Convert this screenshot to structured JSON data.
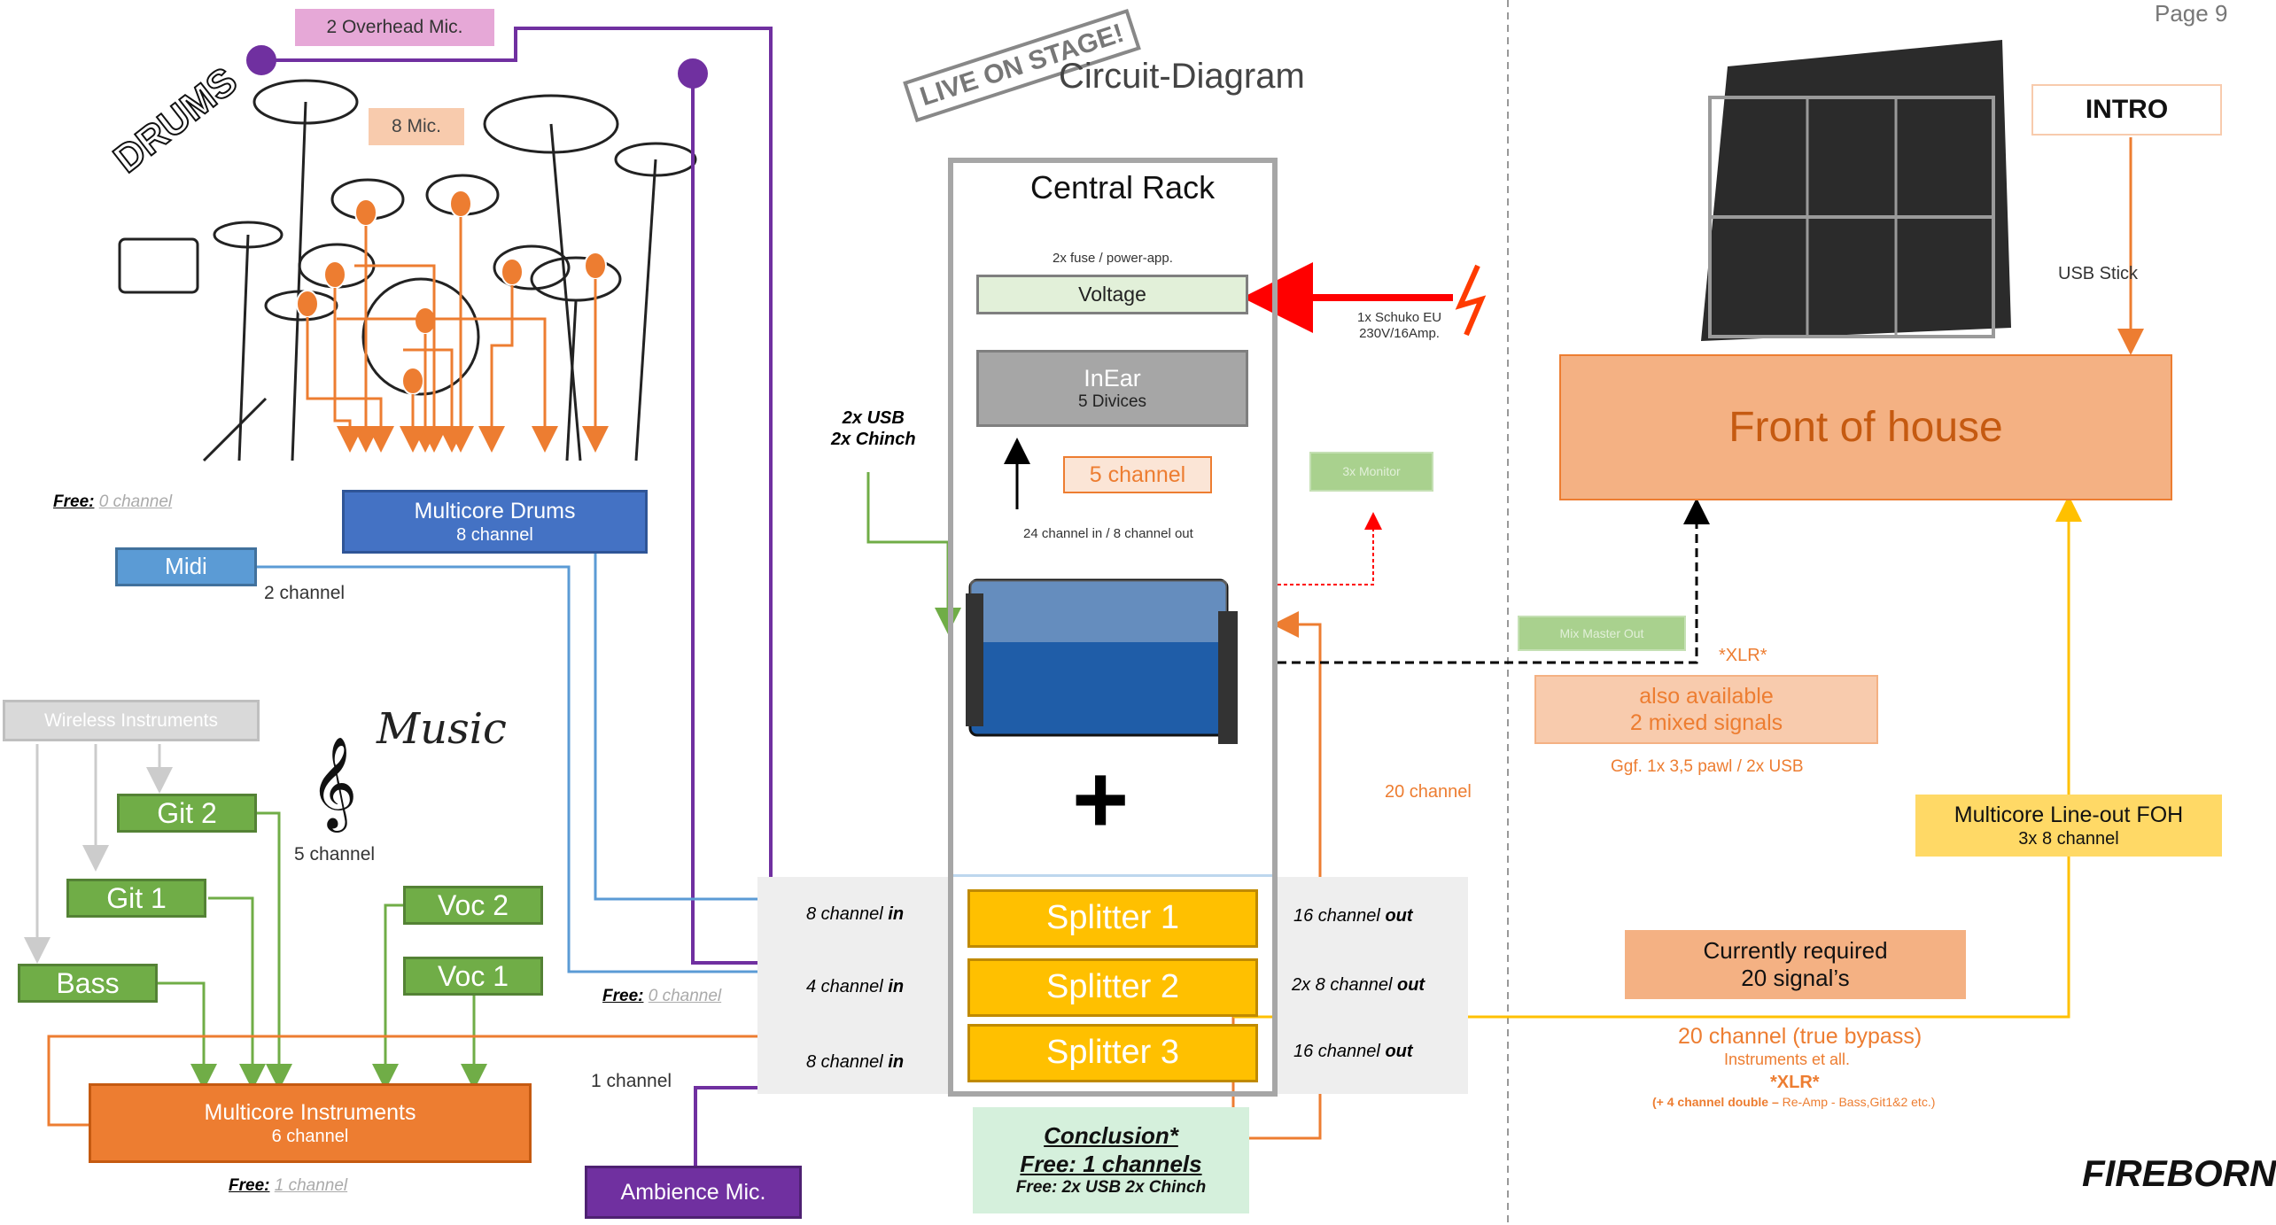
{
  "page": {
    "page_label": "Page 9"
  },
  "header": {
    "stamp": "LIVE ON STAGE!",
    "title": "Circuit-Diagram",
    "drums_logo": "DRUMS",
    "music_logo": "Music",
    "brand_logo": "FIREBORN"
  },
  "drums": {
    "overhead_label": "2 Overhead Mic.",
    "mic_label": "8 Mic.",
    "free_prefix": "Free:",
    "free_value": "0 channel"
  },
  "multicore_drums": {
    "title": "Multicore Drums",
    "channels": "8  channel"
  },
  "midi": {
    "label": "Midi",
    "channels": "2 channel"
  },
  "wireless": {
    "label": "Wireless Instruments"
  },
  "instruments": {
    "git2": "Git 2",
    "git1": "Git 1",
    "bass": "Bass",
    "voc2": "Voc 2",
    "voc1": "Voc 1",
    "five_channel": "5 channel"
  },
  "multicore_instruments": {
    "title": "Multicore Instruments",
    "channels": "6  channel",
    "free_prefix": "Free:",
    "free_value": "1 channel"
  },
  "free_mid": {
    "prefix": "Free:",
    "value": "0 channel"
  },
  "ambience": {
    "label": "Ambience Mic.",
    "channels": "1 channel"
  },
  "rack": {
    "title": "Central Rack",
    "fuse_note": "2x fuse / power-app.",
    "voltage": "Voltage",
    "schuko_line1": "1x Schuko EU",
    "schuko_line2": "230V/16Amp.",
    "inear_title": "InEar",
    "inear_sub": "5 Divices",
    "five_channel": "5 channel",
    "io_note": "24 channel in / 8 channel out",
    "usb_line1": "2x USB",
    "usb_line2": "2x Chinch",
    "plus": "+"
  },
  "monitor": {
    "label": "3x Monitor"
  },
  "splitters": [
    {
      "label": "Splitter 1",
      "in_num": "8 channel",
      "in_word": "in",
      "out_num": "16 channel",
      "out_word": "out"
    },
    {
      "label": "Splitter 2",
      "in_num": "4 channel",
      "in_word": "in",
      "out_num": "2x 8 channel",
      "out_word": "out"
    },
    {
      "label": "Splitter 3",
      "in_num": "8 channel",
      "in_word": "in",
      "out_num": "16 channel",
      "out_word": "out"
    }
  ],
  "conclusion": {
    "title": "Conclusion*",
    "free_channels": "Free: 1 channels",
    "free_usb": "Free: 2x USB 2x Chinch"
  },
  "twenty_channel": "20 channel",
  "mix_master": {
    "label": "Mix Master Out"
  },
  "xlr_top": "*XLR*",
  "also_available": {
    "line1": "also available",
    "line2": "2 mixed signals",
    "note": "Ggf. 1x 3,5 pawl / 2x USB"
  },
  "foh": {
    "title": "Front of house",
    "usb_stick": "USB Stick",
    "intro": "INTRO"
  },
  "multicore_lineout": {
    "title": "Multicore Line-out FOH",
    "channels": "3x 8  channel"
  },
  "currently_required": {
    "line1": "Currently required",
    "line2": "20 signal’s"
  },
  "true_bypass": {
    "title": "20 channel (true bypass)",
    "sub": "Instruments et all.",
    "xlr": "*XLR*",
    "double_prefix": "(+ 4 channel double –",
    "double_rest": "Re-Amp - Bass,Git1&2 etc.)"
  },
  "colors": {
    "purple": "#7030a0",
    "blue_line": "#5b9bd5",
    "orange": "#ed7d31",
    "green": "#70ad47",
    "yellow": "#ffc000",
    "red": "#ff0000"
  }
}
